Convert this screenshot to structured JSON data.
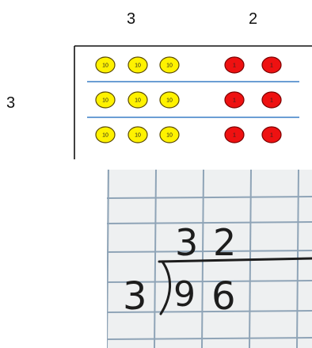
{
  "labels": {
    "tens_column": "3",
    "ones_column": "2",
    "row_divisor": "3"
  },
  "place_value_chart": {
    "rows": 3,
    "tens_disks_per_row": 3,
    "ones_disks_per_row": 2,
    "tens_disk_label": "10",
    "ones_disk_label": "1",
    "colors": {
      "tens_fill": "#fff200",
      "tens_stroke": "#5a4a00",
      "ones_fill": "#ee1111",
      "ones_stroke": "#7a0000",
      "divider": "#3a7fc6",
      "frame": "#111111"
    }
  },
  "handwritten_division": {
    "quotient_tens": "3",
    "quotient_ones": "2",
    "divisor": "3",
    "dividend_tens": "9",
    "dividend_ones": "6",
    "ink": "#1d1d1d",
    "grid_line": "#8fa4b7",
    "paper": "#eef0f1"
  }
}
